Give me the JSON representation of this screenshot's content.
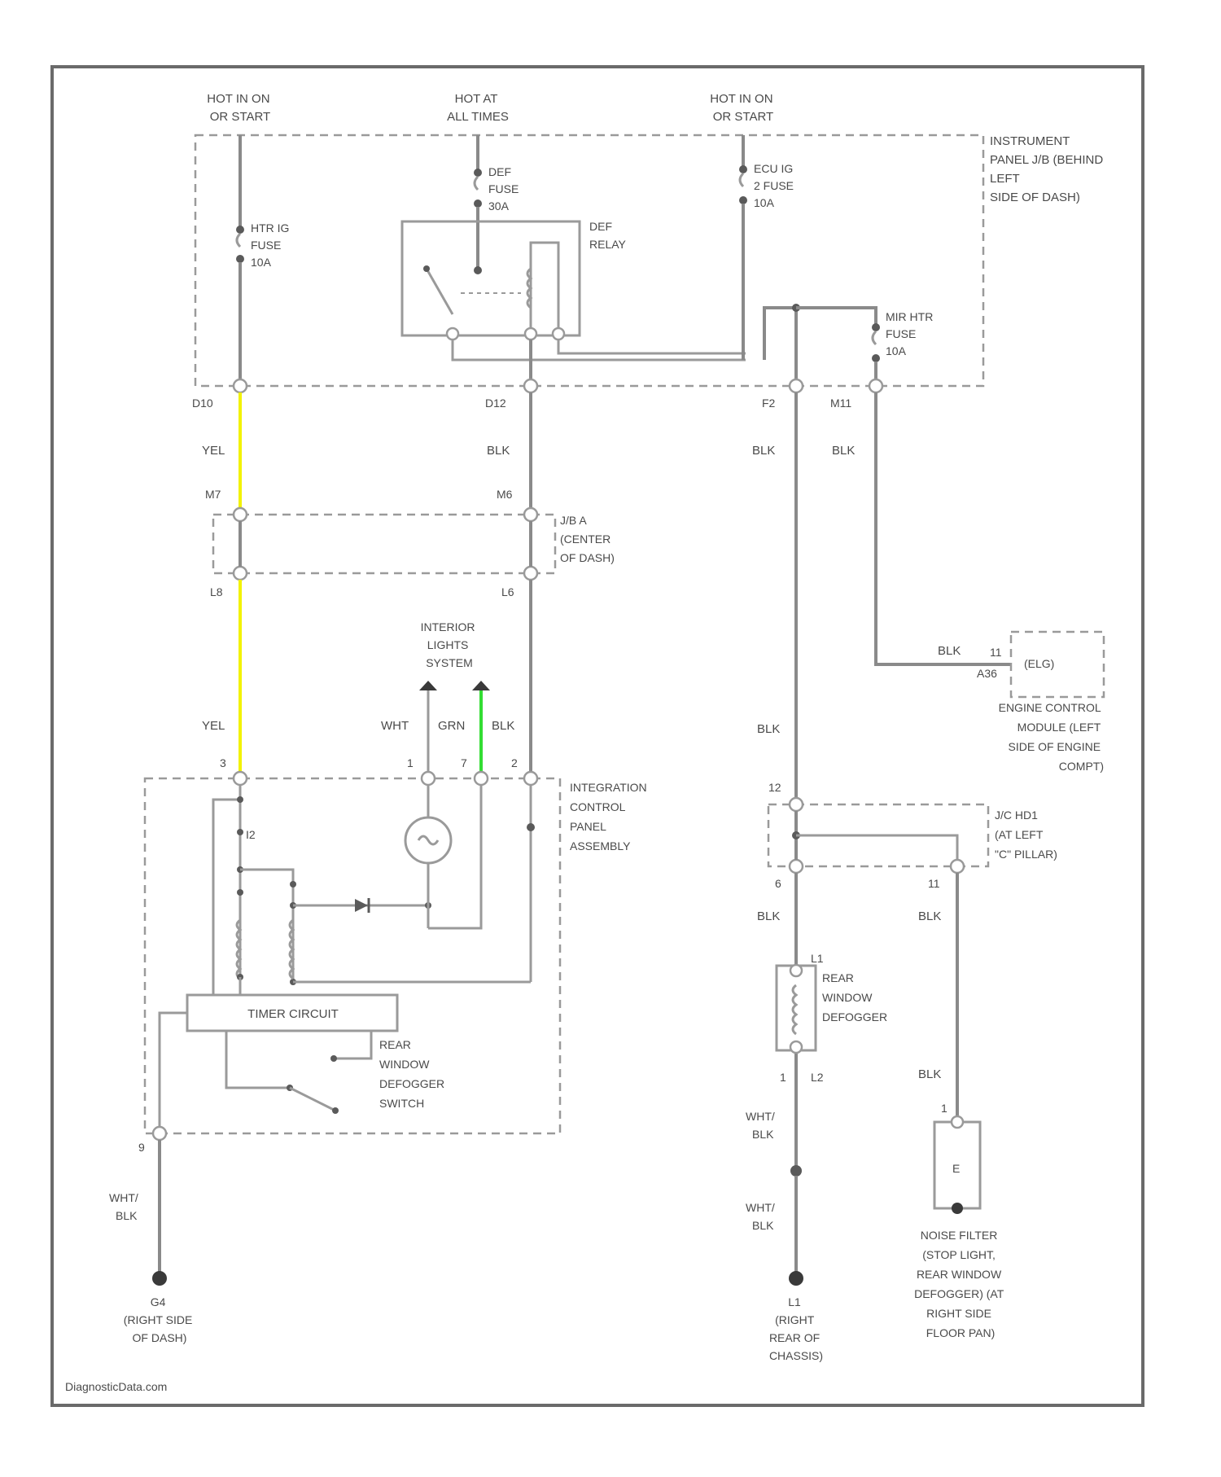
{
  "power": {
    "hot_run_start_left": [
      "HOT IN ON",
      "OR START"
    ],
    "hot_at_all_times": [
      "HOT AT",
      "ALL TIMES"
    ],
    "hot_run_start_right": [
      "HOT IN ON",
      "OR START"
    ]
  },
  "fuses": {
    "htr_ig": [
      "HTR IG",
      "FUSE",
      "10A"
    ],
    "def": [
      "DEF",
      "FUSE",
      "30A"
    ],
    "ecu_ig": [
      "ECU IG",
      "2 FUSE",
      "10A"
    ],
    "mir_htr": [
      "MIR HTR",
      "FUSE",
      "10A"
    ]
  },
  "components": {
    "def_relay": [
      "DEF",
      "RELAY"
    ],
    "instrument_panel_jb": [
      "INSTRUMENT",
      "PANEL J/B (BEHIND",
      "LEFT",
      "SIDE OF DASH)"
    ],
    "jb_a": [
      "J/B A",
      "(CENTER",
      "OF DASH)"
    ],
    "interior_lights": [
      "INTERIOR",
      "LIGHTS",
      "SYSTEM"
    ],
    "ecm_label": "(ELG)",
    "ecm": [
      "ENGINE CONTROL",
      "MODULE (LEFT",
      "SIDE OF ENGINE",
      "COMPT)"
    ],
    "integration_panel": [
      "INTEGRATION",
      "CONTROL",
      "PANEL",
      "ASSEMBLY"
    ],
    "timer_circuit": "TIMER CIRCUIT",
    "rear_def_switch": [
      "REAR",
      "WINDOW",
      "DEFOGGER",
      "SWITCH"
    ],
    "jc_hd1": [
      "J/C HD1",
      "(AT LEFT",
      "\"C\" PILLAR)"
    ],
    "rear_defogger": [
      "REAR",
      "WINDOW",
      "DEFOGGER"
    ],
    "noise_filter": [
      "NOISE FILTER",
      "(STOP LIGHT,",
      "REAR WINDOW",
      "DEFOGGER) (AT",
      "RIGHT SIDE",
      "FLOOR PAN)"
    ]
  },
  "wire_colors": {
    "yel_top": "YEL",
    "blk_center": "BLK",
    "blk_f2": "BLK",
    "blk_m11": "BLK",
    "blk_ecm": "BLK",
    "yel_lower": "YEL",
    "wht": "WHT",
    "grn": "GRN",
    "blk_panel": "BLK",
    "blk_mid": "BLK",
    "blk_jc_down": "BLK",
    "blk_noise": "BLK",
    "blk_jc_right": "BLK",
    "wht_blk_left": [
      "WHT/",
      "BLK"
    ],
    "wht_blk_r1": [
      "WHT/",
      "BLK"
    ],
    "wht_blk_r2": [
      "WHT/",
      "BLK"
    ]
  },
  "pins": {
    "d10": "D10",
    "d12": "D12",
    "f2": "F2",
    "m11": "M11",
    "m7": "M7",
    "m6": "M6",
    "l8": "L8",
    "l6": "L6",
    "p3": "3",
    "p1": "1",
    "p7": "7",
    "p2": "2",
    "p9": "9",
    "ecm_top": "11",
    "ecm_bot": "A36",
    "jc12": "12",
    "jc6": "6",
    "jc11": "11",
    "l1": "L1",
    "l2": "L2",
    "one_a": "1",
    "one_b": "1",
    "i2": "I2",
    "e_code": "E"
  },
  "grounds": {
    "g4": [
      "G4",
      "(RIGHT SIDE",
      "OF DASH)"
    ],
    "l1": [
      "L1",
      "(RIGHT",
      "REAR OF",
      "CHASSIS)"
    ]
  },
  "colors": {
    "yel_wire": "#f2f200",
    "grn_wire": "#33dd33",
    "wire": "#8a8a8a"
  },
  "watermark": "DiagnosticData.com"
}
